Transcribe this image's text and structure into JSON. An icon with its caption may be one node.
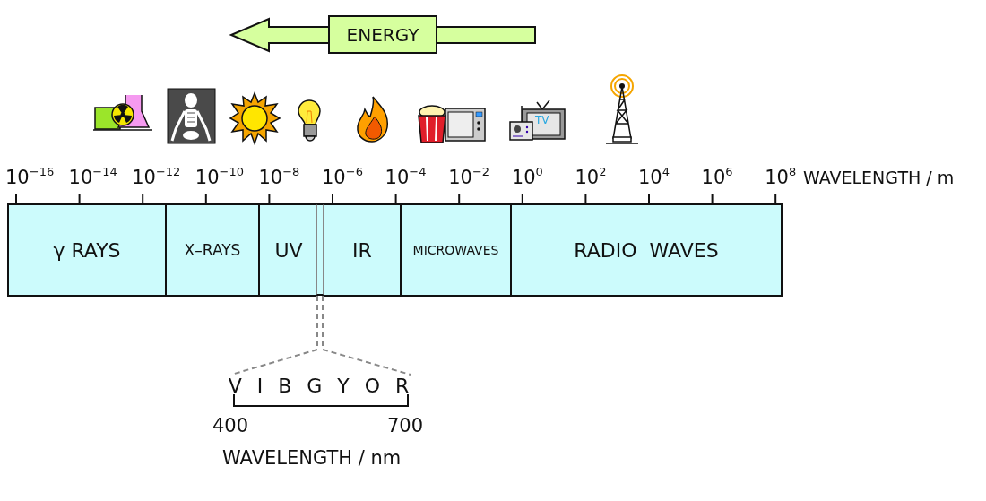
{
  "diagram": {
    "nodes": [
      {
        "text": [
          "ENERGY"
        ]
      },
      {
        "text": [
          "γ RAYS"
        ]
      },
      {
        "text": [
          "X–RAYS"
        ]
      },
      {
        "text": [
          "UV"
        ]
      },
      {
        "text": [
          "IR"
        ]
      },
      {
        "text": [
          "MICROWAVES"
        ]
      },
      {
        "text": [
          "RADIO  WAVES"
        ]
      },
      {
        "text": [],
        "shape": "bar"
      },
      {
        "text": [
          "V I B G Y O R"
        ]
      }
    ],
    "edges": [
      {
        "from": 7,
        "to": 8,
        "arrow": "none",
        "style": "dashed"
      }
    ],
    "labels": [
      "TV",
      "10$^{−16}$",
      "10$^{−14}$",
      "10$^{−12}$",
      "10$^{−10}$",
      "10$^{−8}$",
      "10$^{−6}$",
      "10$^{−4}$",
      "10$^{−2}$",
      "10$^{0}$",
      "10$^{2}$",
      "10$^{4}$",
      "10$^{6}$",
      "10$^{8}$",
      "WAVELENGTH / m",
      "400",
      "700",
      "WAVELENGTH / nm"
    ]
  }
}
